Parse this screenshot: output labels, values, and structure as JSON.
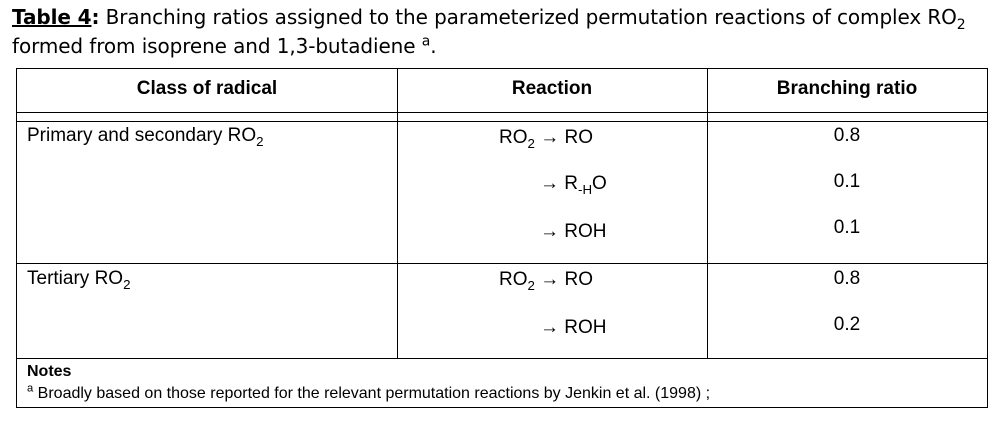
{
  "caption": {
    "label": "Table 4",
    "colon": ":",
    "text_part1": "  Branching ratios assigned to the parameterized permutation reactions of complex RO",
    "text_sub": "2",
    "text_part2": "formed from isoprene and 1,3-butadiene ",
    "footnote_mark": "a",
    "text_end": "."
  },
  "table": {
    "headers": [
      "Class of radical",
      "Reaction",
      "Branching ratio"
    ],
    "groups": [
      {
        "class_label": "Primary and secondary RO",
        "class_sub": "2",
        "rows": [
          {
            "lhs": "RO",
            "lhs_sub": "2",
            "arrow": "→",
            "rhs": "RO",
            "rhs_sub": "",
            "rhs_tail": "",
            "ratio": "0.8"
          },
          {
            "lhs": "",
            "lhs_sub": "",
            "arrow": "→",
            "rhs": "R",
            "rhs_sub": "-H",
            "rhs_tail": "O",
            "ratio": "0.1"
          },
          {
            "lhs": "",
            "lhs_sub": "",
            "arrow": "→",
            "rhs": "ROH",
            "rhs_sub": "",
            "rhs_tail": "",
            "ratio": "0.1"
          }
        ]
      },
      {
        "class_label": "Tertiary RO",
        "class_sub": "2",
        "rows": [
          {
            "lhs": "RO",
            "lhs_sub": "2",
            "arrow": "→",
            "rhs": "RO",
            "rhs_sub": "",
            "rhs_tail": "",
            "ratio": "0.8"
          },
          {
            "lhs": "",
            "lhs_sub": "",
            "arrow": "→",
            "rhs": "ROH",
            "rhs_sub": "",
            "rhs_tail": "",
            "ratio": "0.2"
          }
        ]
      }
    ]
  },
  "notes": {
    "title": "Notes",
    "mark": "a",
    "text": " Broadly based on those reported for the relevant permutation reactions by Jenkin et al. (1998) ;"
  }
}
